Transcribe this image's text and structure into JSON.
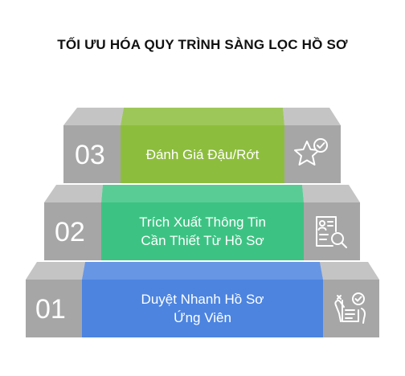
{
  "title": "TỐI ƯU HÓA QUY TRÌNH SÀNG LỌC HỒ SƠ",
  "steps": [
    {
      "number": "01",
      "label_line1": "Duyệt Nhanh Hồ Sơ",
      "label_line2": "Ứng Viên",
      "color": "#4C84E0",
      "icon": "checklist-hand-icon"
    },
    {
      "number": "02",
      "label_line1": "Trích Xuất Thông Tin",
      "label_line2": "Cần Thiết Từ Hồ Sơ",
      "color": "#3CC383",
      "icon": "document-search-icon"
    },
    {
      "number": "03",
      "label_line1": "Đánh Giá Đậu/Rớt",
      "label_line2": "",
      "color": "#8DBD3C",
      "icon": "star-check-icon"
    }
  ],
  "colors": {
    "block_gray": "#A6A6A6",
    "side_top_gray": "#C4C4C4",
    "center_top_gray": "#D3D3D3"
  }
}
